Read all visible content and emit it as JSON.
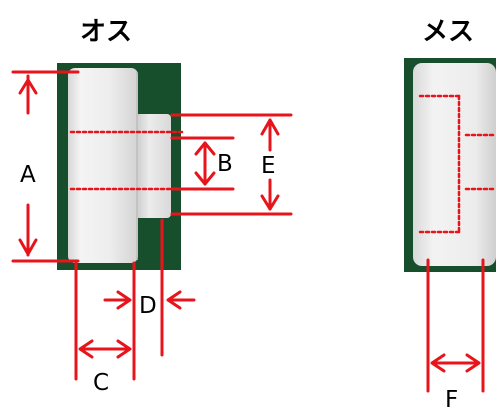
{
  "titles": {
    "male": "オス",
    "female": "メス"
  },
  "labels": {
    "a": "A",
    "b": "B",
    "c": "C",
    "d": "D",
    "e": "E",
    "f": "F"
  },
  "colors": {
    "dimension_line": "#e8141b",
    "photo_background": "#174f2d",
    "part_body": "#efefef",
    "text": "#000000"
  }
}
